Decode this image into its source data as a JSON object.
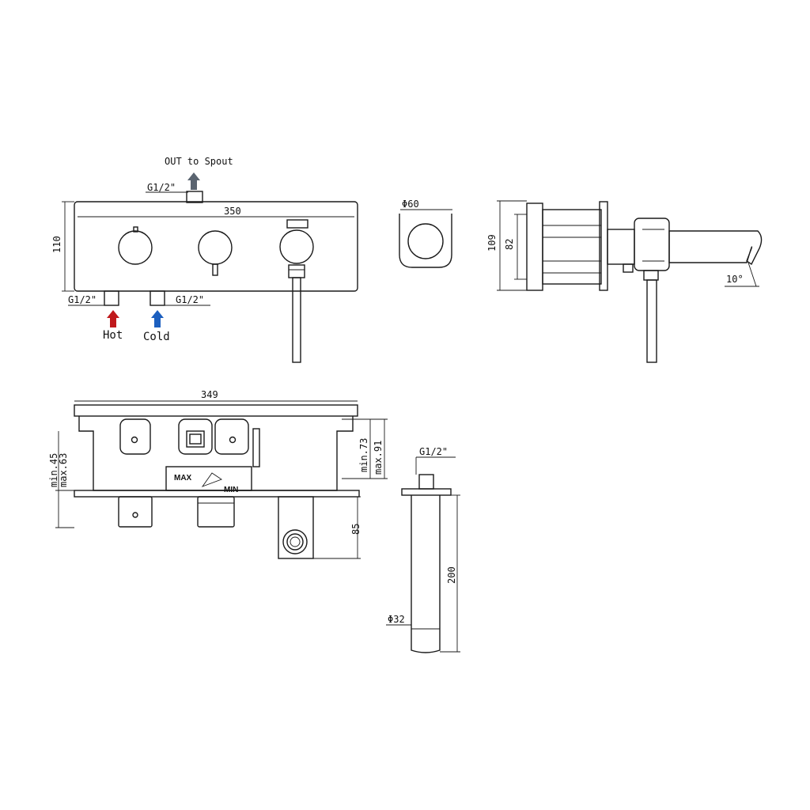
{
  "front_view": {
    "out_label": "OUT to Spout",
    "out_thread": "G1/2\"",
    "width_dim": "350",
    "height_dim": "110",
    "hot_thread": "G1/2\"",
    "cold_thread": "G1/2\"",
    "hot_label": "Hot",
    "cold_label": "Cold"
  },
  "handle_view": {
    "diameter_dim": "Φ60"
  },
  "side_view": {
    "depth_outer_dim": "109",
    "depth_inner_dim": "82",
    "angle_dim": "10°"
  },
  "body_section": {
    "width_dim": "349",
    "min_left": "min.45",
    "max_left": "max.63",
    "min_right": "min.73",
    "max_right": "max.91",
    "depth_dim": "85",
    "max_label": "MAX",
    "min_label": "MIN"
  },
  "spout_view": {
    "thread": "G1/2\"",
    "length_dim": "200",
    "diameter_dim": "Φ32"
  },
  "colors": {
    "hot": "#c0191c",
    "cold": "#1c5fbf",
    "out": "#5a6470",
    "line": "#1a1a1a"
  }
}
